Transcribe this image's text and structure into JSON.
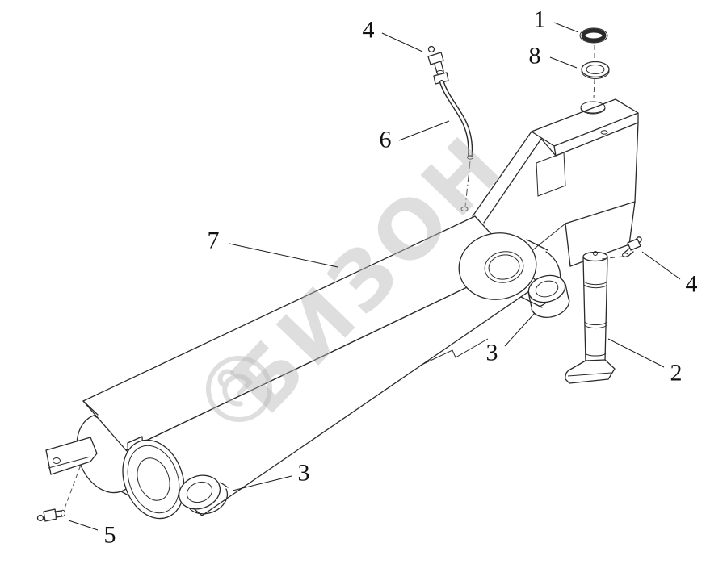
{
  "diagram": {
    "watermark": {
      "text": "БИЗОН"
    },
    "colors": {
      "line": "#2a2a2a",
      "watermark": "#b5b5b5",
      "background": "#ffffff"
    },
    "callouts": [
      {
        "label": "1"
      },
      {
        "label": "8"
      },
      {
        "label": "4"
      },
      {
        "label": "6"
      },
      {
        "label": "7"
      },
      {
        "label": "3"
      },
      {
        "label": "2"
      },
      {
        "label": "4"
      },
      {
        "label": "3"
      },
      {
        "label": "5"
      }
    ]
  }
}
